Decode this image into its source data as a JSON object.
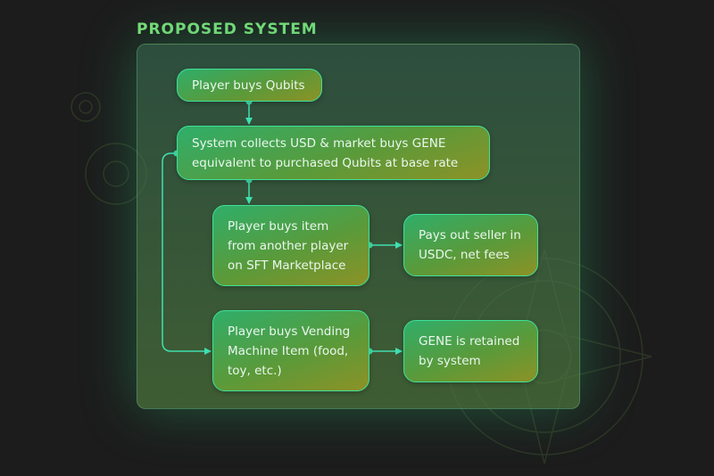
{
  "title": "PROPOSED SYSTEM",
  "colors": {
    "background": "#1c1c1c",
    "title": "#7be07a",
    "connector": "#3fe0b0",
    "node_border": "#3fe09a"
  },
  "nodes": [
    {
      "lines": [
        "Player buys Qubits"
      ]
    },
    {
      "lines": [
        "System collects USD & market buys GENE",
        "equivalent to purchased Qubits at base rate"
      ]
    },
    {
      "lines": [
        "Player buys item",
        "from another player",
        "on SFT Marketplace"
      ]
    },
    {
      "lines": [
        "Pays out seller in",
        "USDC, net fees"
      ]
    },
    {
      "lines": [
        "Player buys Vending",
        "Machine Item (food,",
        "toy, etc.)"
      ]
    },
    {
      "lines": [
        "GENE is retained",
        "by system"
      ]
    }
  ]
}
